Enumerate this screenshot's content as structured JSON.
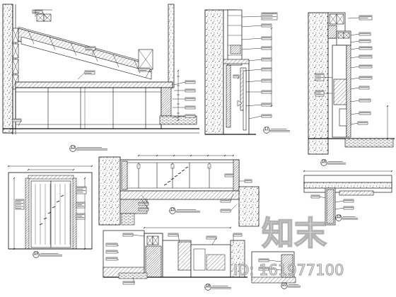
{
  "watermark": {
    "mark": "知末",
    "id_label": "ID: 161977100"
  },
  "details": [
    {
      "key": "d13",
      "callout": "13"
    },
    {
      "key": "d14",
      "callout": "14"
    },
    {
      "key": "d15",
      "callout": "15"
    },
    {
      "key": "d16",
      "callout": "16"
    },
    {
      "key": "d17",
      "callout": "17"
    },
    {
      "key": "d18",
      "callout": "18"
    },
    {
      "key": "d19",
      "callout": "19"
    },
    {
      "key": "d20",
      "callout": "20"
    }
  ]
}
